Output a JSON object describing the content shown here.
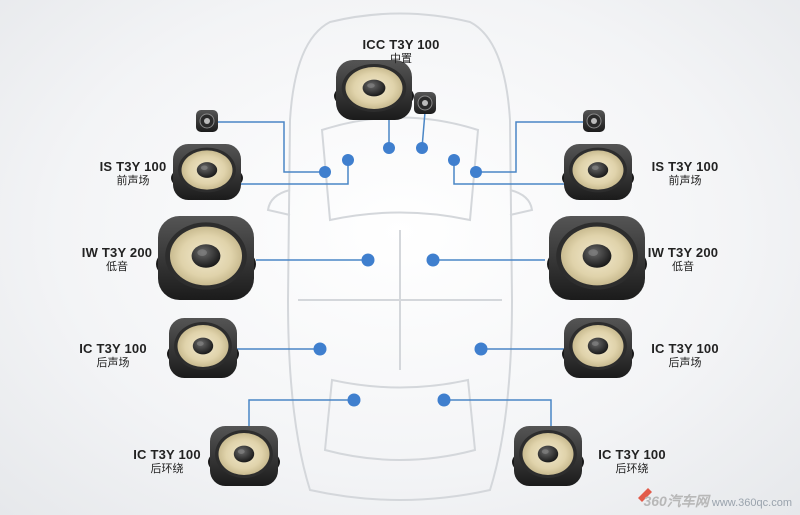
{
  "speakers": {
    "center": {
      "model": "ICC T3Y 100",
      "role": "中置"
    },
    "front_left": {
      "model": "IS T3Y 100",
      "role": "前声场"
    },
    "front_right": {
      "model": "IS T3Y 100",
      "role": "前声场"
    },
    "woofer_left": {
      "model": "IW T3Y 200",
      "role": "低音"
    },
    "woofer_right": {
      "model": "IW T3Y 200",
      "role": "低音"
    },
    "rear_left": {
      "model": "IC T3Y 100",
      "role": "后声场"
    },
    "rear_right": {
      "model": "IC T3Y 100",
      "role": "后声场"
    },
    "surround_left": {
      "model": "IC T3Y 100",
      "role": "后环绕"
    },
    "surround_right": {
      "model": "IC T3Y 100",
      "role": "后环绕"
    }
  },
  "watermark": {
    "logo": "360汽车网",
    "url": "www.360qc.com"
  },
  "colors": {
    "line": "#4a86c6",
    "dot": "#3f7fce",
    "car_outline": "#d4d7db",
    "cone": "#e3d6b0"
  }
}
